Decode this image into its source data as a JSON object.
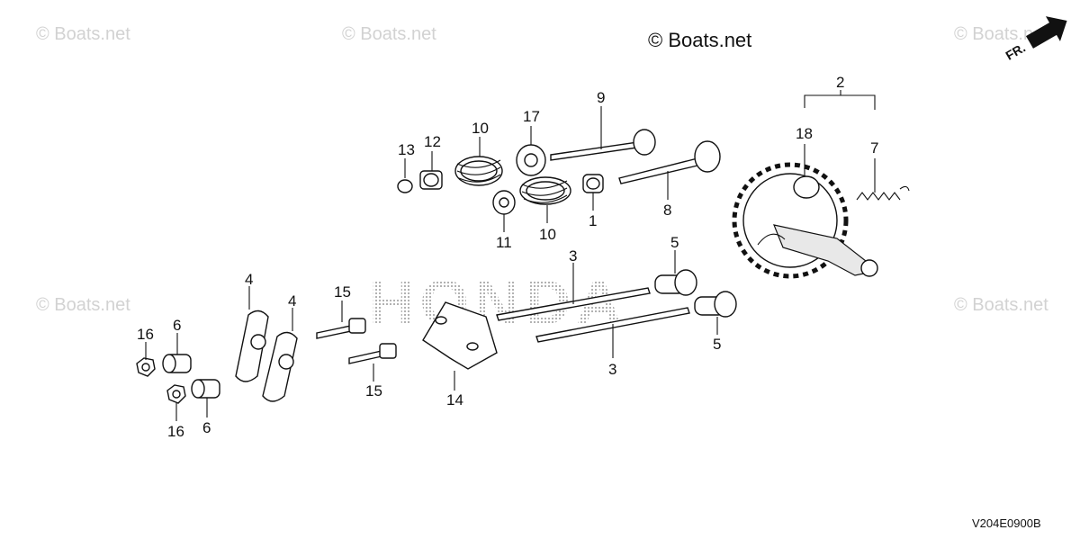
{
  "diagram": {
    "copyright": "© Boats.net",
    "watermark_text": "© Boats.net",
    "brand_watermark": "HONDA",
    "diagram_code": "V204E0900B",
    "direction_label": "FR.",
    "callouts": [
      {
        "id": "c1",
        "label": "1"
      },
      {
        "id": "c2",
        "label": "2"
      },
      {
        "id": "c3a",
        "label": "3"
      },
      {
        "id": "c3b",
        "label": "3"
      },
      {
        "id": "c4a",
        "label": "4"
      },
      {
        "id": "c4b",
        "label": "4"
      },
      {
        "id": "c5a",
        "label": "5"
      },
      {
        "id": "c5b",
        "label": "5"
      },
      {
        "id": "c6a",
        "label": "6"
      },
      {
        "id": "c6b",
        "label": "6"
      },
      {
        "id": "c7",
        "label": "7"
      },
      {
        "id": "c8",
        "label": "8"
      },
      {
        "id": "c9",
        "label": "9"
      },
      {
        "id": "c10a",
        "label": "10"
      },
      {
        "id": "c10b",
        "label": "10"
      },
      {
        "id": "c11",
        "label": "11"
      },
      {
        "id": "c12",
        "label": "12"
      },
      {
        "id": "c13",
        "label": "13"
      },
      {
        "id": "c14",
        "label": "14"
      },
      {
        "id": "c15a",
        "label": "15"
      },
      {
        "id": "c15b",
        "label": "15"
      },
      {
        "id": "c16a",
        "label": "16"
      },
      {
        "id": "c16b",
        "label": "16"
      },
      {
        "id": "c17",
        "label": "17"
      },
      {
        "id": "c18",
        "label": "18"
      }
    ]
  }
}
